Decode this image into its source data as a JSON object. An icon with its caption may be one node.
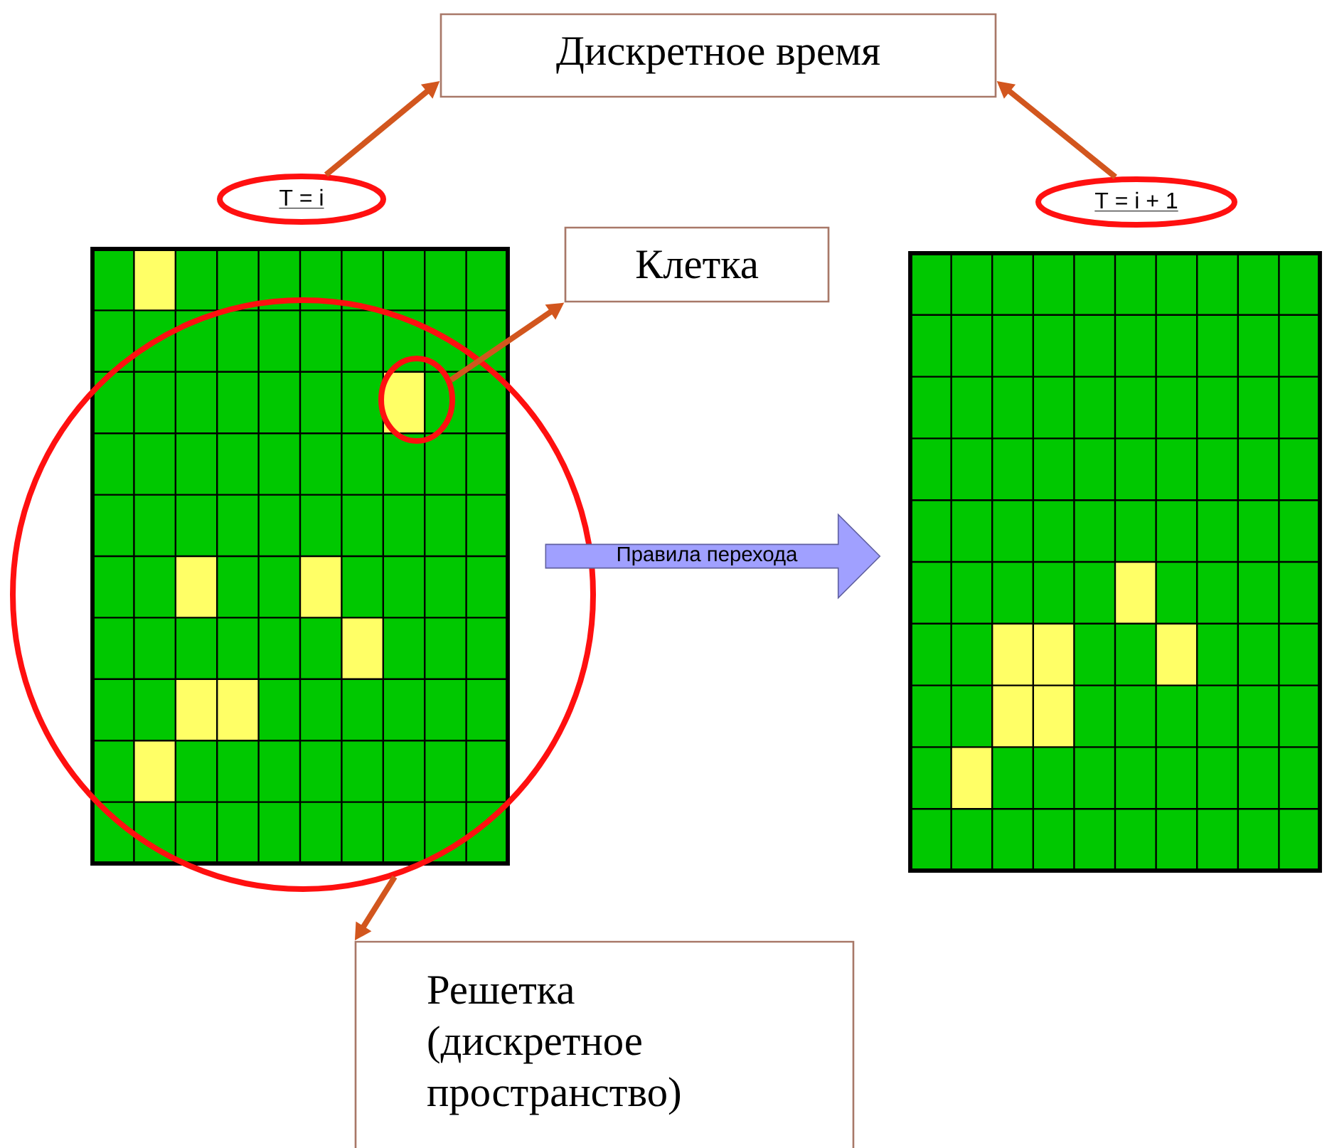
{
  "diagram": {
    "nodes": [
      {
        "text": [
          "Дискретное время"
        ]
      },
      {
        "text": [
          "T = i"
        ]
      },
      {
        "text": [
          "T = i + 1"
        ]
      },
      {
        "text": [
          "Клетка"
        ]
      },
      {
        "text": [],
        "shape": "circle",
        "in": 5
      },
      {
        "text": [],
        "shape": "circle"
      },
      {
        "text": [
          "Решетка (дискретное пространство)"
        ]
      },
      {
        "text": [
          "Правила перехода"
        ]
      }
    ],
    "edges": [
      {
        "from": 1,
        "to": 0,
        "arrow": "to"
      },
      {
        "from": 2,
        "to": 0,
        "arrow": "to"
      },
      {
        "from": 4,
        "to": 3,
        "arrow": "to"
      },
      {
        "from": 5,
        "to": 6,
        "arrow": "to"
      }
    ]
  }
}
